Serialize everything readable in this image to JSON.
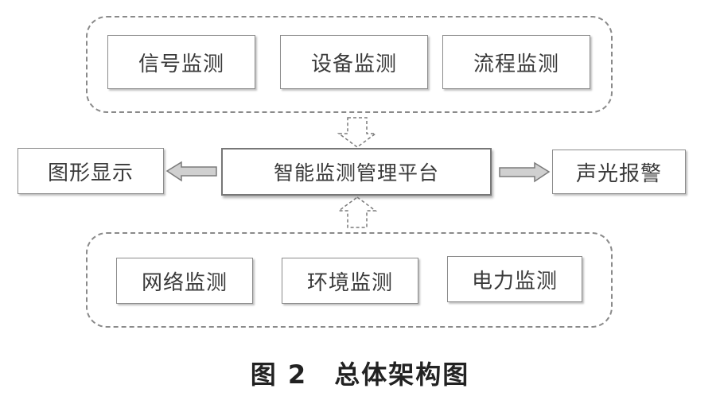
{
  "top_group": {
    "items": [
      "信号监测",
      "设备监测",
      "流程监测"
    ]
  },
  "platform": {
    "label": "智能监测管理平台"
  },
  "left_output": {
    "label": "图形显示"
  },
  "right_output": {
    "label": "声光报警"
  },
  "bottom_group": {
    "items": [
      "网络监测",
      "环境监测",
      "电力监测"
    ]
  },
  "caption": {
    "text": "图 2　总体架构图"
  },
  "colors": {
    "border": "#8c8c8c",
    "arrow_fill": "#d0d0d0",
    "arrow_stroke": "#7a7a7a"
  }
}
